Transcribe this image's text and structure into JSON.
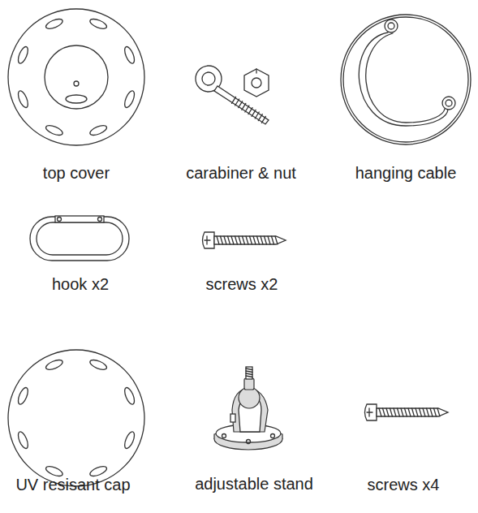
{
  "diagram": {
    "labels": [
      "top cover",
      "carabiner & nut",
      "hanging cable",
      "hook x2",
      "screws x2",
      "UV resisant cap",
      "adjustable stand",
      "screws x4"
    ]
  }
}
